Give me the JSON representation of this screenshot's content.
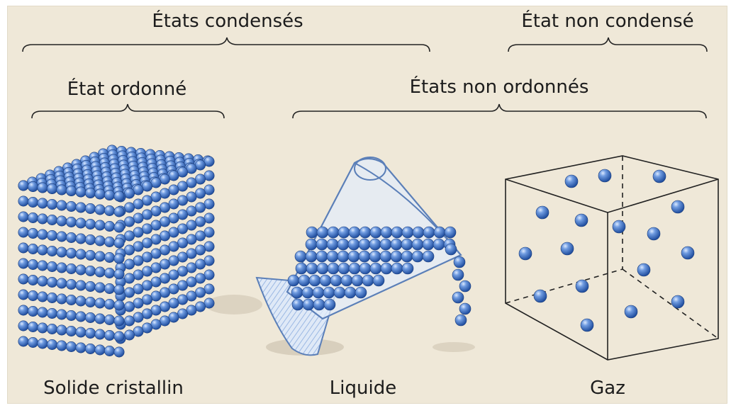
{
  "headers": {
    "condensed": "États condensés",
    "non_condensed": "État non condensé",
    "ordered": "État ordonné",
    "non_ordered": "États non ordonnés"
  },
  "items": {
    "solid": "Solide cristallin",
    "liquid": "Liquide",
    "gas": "Gaz"
  },
  "colors": {
    "sphere": "#4b7fd0",
    "sphere_dark": "#1f4d9e",
    "background": "#efe8d8",
    "line": "#222222"
  }
}
